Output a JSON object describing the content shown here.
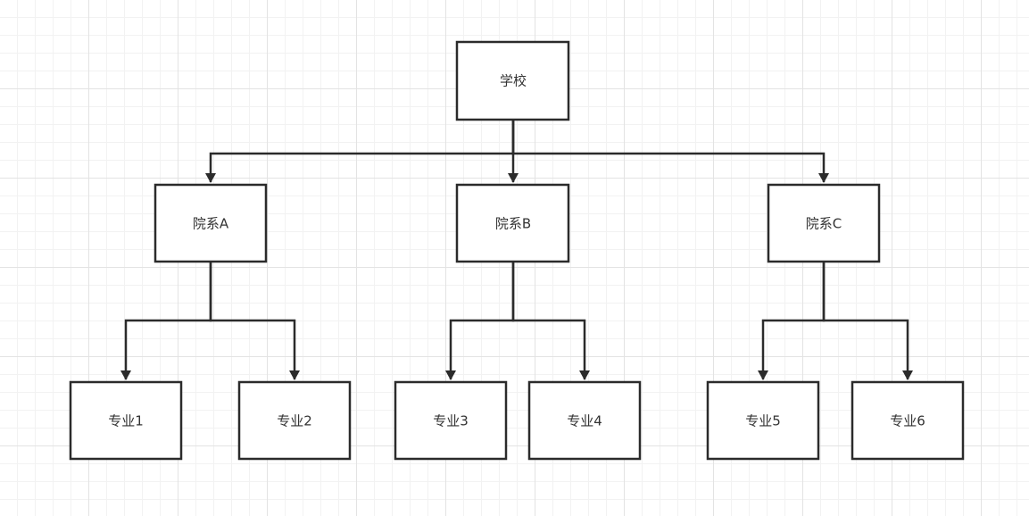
{
  "diagram": {
    "root": {
      "label": "学校"
    },
    "departments": [
      {
        "label": "院系A",
        "majors": [
          {
            "label": "专业1"
          },
          {
            "label": "专业2"
          }
        ]
      },
      {
        "label": "院系B",
        "majors": [
          {
            "label": "专业3"
          },
          {
            "label": "专业4"
          }
        ]
      },
      {
        "label": "院系C",
        "majors": [
          {
            "label": "专业5"
          },
          {
            "label": "专业6"
          }
        ]
      }
    ],
    "colors": {
      "stroke": "#2b2b2b",
      "node_fill": "#ffffff",
      "text": "#333333",
      "grid_major": "#e3e3e3",
      "grid_minor": "#f2f2f2"
    }
  }
}
